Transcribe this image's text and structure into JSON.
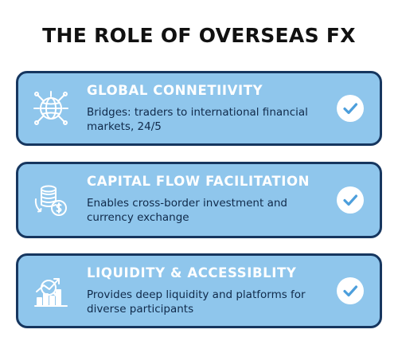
{
  "title": "THE ROLE OF OVERSEAS FX",
  "cards": [
    {
      "heading": "GLOBAL CONNETIIVITY",
      "description": "Bridges: traders to international financial markets, 24/5",
      "icon": "globe-network-icon"
    },
    {
      "heading": "CAPITAL FLOW FACILITATION",
      "description": "Enables cross-border investment and currency exchange",
      "icon": "coin-stack-exchange-icon"
    },
    {
      "heading": "LIQUIDITY & ACCESSIBLITY",
      "description": "Provides deep liquidity and platforms for diverse participants",
      "icon": "growth-chart-icon"
    }
  ],
  "check_icon": "checkmark-circle-icon",
  "colors": {
    "card_fill": "#8fc6ec",
    "card_border": "#16365f",
    "heading_text": "#ffffff",
    "body_text": "#102a4a",
    "check_color": "#4d9fdc"
  }
}
